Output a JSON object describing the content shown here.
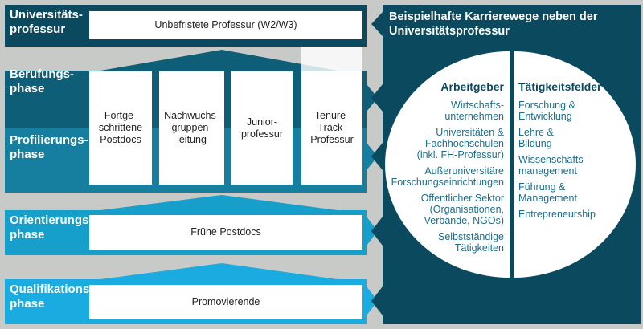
{
  "colors": {
    "background": "#c8cac8",
    "dark_teal": "#0b4a5e",
    "berufung_teal": "#0f5e77",
    "profilierung_teal": "#167f9f",
    "orientierung_blue": "#179fcb",
    "qualifikation_blue": "#1aace0",
    "white": "#ffffff",
    "item_text": "#1f6d8a"
  },
  "phases": [
    {
      "id": "universitaetsprofessur",
      "label": "Universitäts-\nprofessur"
    },
    {
      "id": "berufungsphase",
      "label": "Berufungs-\nphase"
    },
    {
      "id": "profilierungsphase",
      "label": "Profilierungs-\nphase"
    },
    {
      "id": "orientierungsphase",
      "label": "Orientierungs-\nphase"
    },
    {
      "id": "qualifikationsphase",
      "label": "Qualifikations-\nphase"
    }
  ],
  "positions": {
    "unbefristete_professur": "Unbefristete Professur (W2/W3)",
    "fortgeschrittene_postdocs": "Fortge-\nschrittene\nPostdocs",
    "nachwuchsgruppenleitung": "Nachwuchs-\ngruppen-\nleitung",
    "juniorprofessur": "Junior-\nprofessur",
    "tenure_track": "Tenure-\nTrack-\nProfessur",
    "fruehe_postdocs": "Frühe Postdocs",
    "promovierende": "Promovierende"
  },
  "panel": {
    "title": "Beispielhafte Karrierewege neben der\nUniversitätsprofessur",
    "employers": {
      "heading": "Arbeitgeber",
      "items": [
        "Wirtschafts-\nunternehmen",
        "Universitäten &\nFachhochschulen\n(inkl. FH-Professur)",
        "Außeruniversitäre\nForschungseinrichtungen",
        "Öffentlicher Sektor\n(Organisationen,\nVerbände, NGOs)",
        "Selbstständige\nTätigkeiten"
      ]
    },
    "fields": {
      "heading": "Tätigkeitsfelder",
      "items": [
        "Forschung &\nEntwicklung",
        "Lehre &\nBildung",
        "Wissenschafts-\nmanagement",
        "Führung &\nManagement",
        "Entrepreneurship"
      ]
    }
  }
}
